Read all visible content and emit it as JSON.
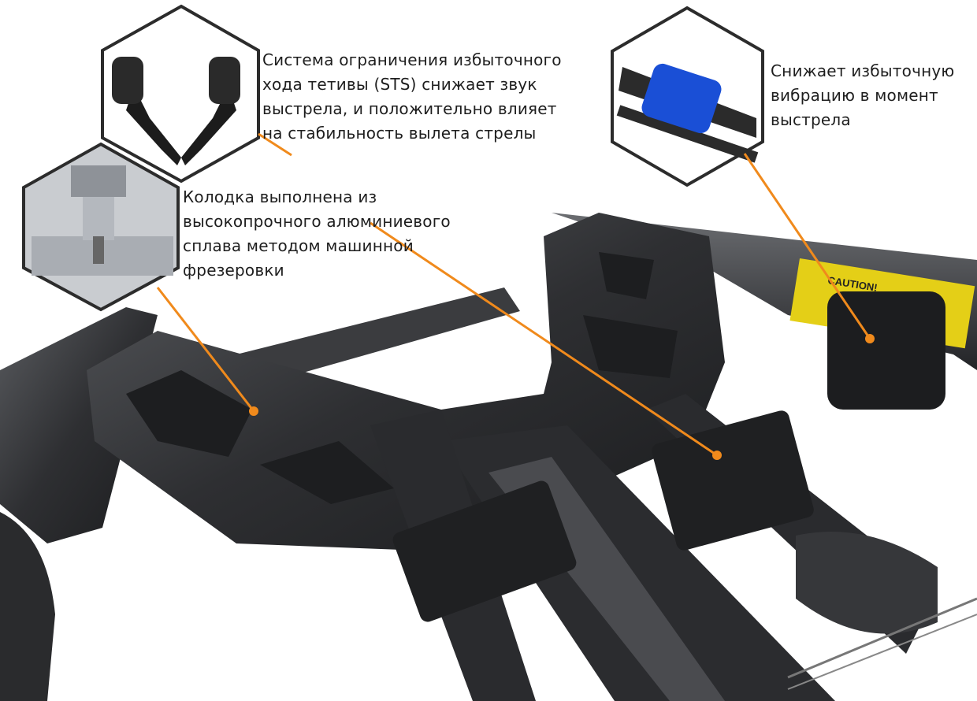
{
  "callouts": [
    {
      "text": "Система ограничения избыточного\nхода тетивы (STS) снижает звук\nвыстрела, и положительно влияет\nна стабильность вылета стрелы"
    },
    {
      "text": "Колодка выполнена из\nвысокопрочного алюминиевого\nсплава методом машинной\nфрезеровки"
    },
    {
      "text": "Снижает избыточную\nвибрацию в момент\nвыстрела"
    }
  ],
  "label": {
    "caution": "CAUTION!"
  },
  "colors": {
    "accent": "#f08a1c",
    "metal": "#3a3b3e",
    "dark": "#222326",
    "blue": "#1a4fd6",
    "caution": "#e4cf17"
  }
}
